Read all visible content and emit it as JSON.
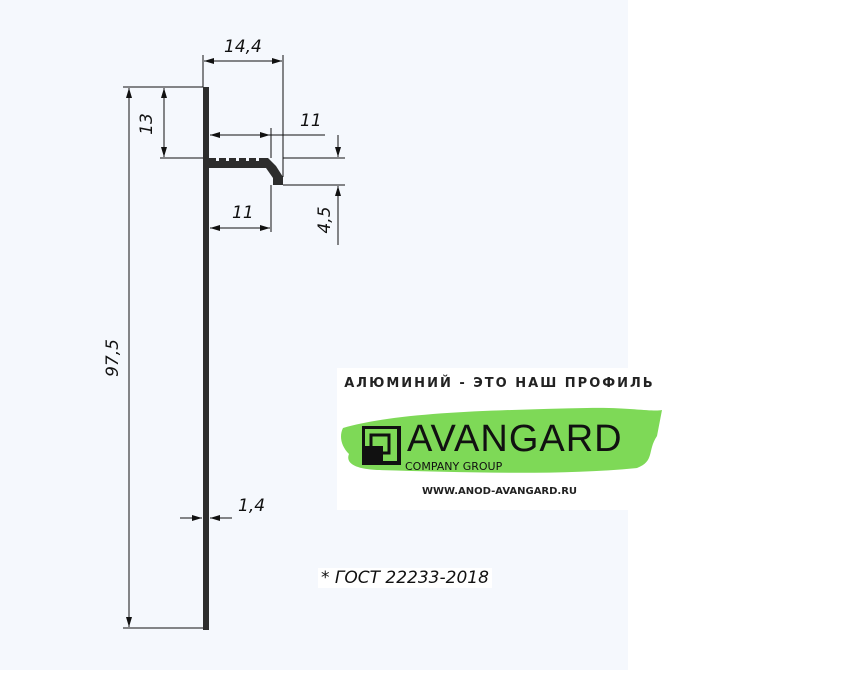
{
  "drawing": {
    "dimensions": {
      "overall_width": "14,4",
      "top_height": "13",
      "upper_offset": "11",
      "lower_offset": "11",
      "lip_height": "4,5",
      "total_height": "97,5",
      "thickness": "1,4"
    },
    "note": "* ГОСТ 22233-2018"
  },
  "logo": {
    "tagline": "АЛЮМИНИЙ - ЭТО НАШ ПРОФИЛЬ",
    "brand": "AVANGARD",
    "subtitle": "COMPANY GROUP",
    "url": "WWW.ANOD-AVANGARD.RU",
    "brush_color": "#7ed957"
  }
}
